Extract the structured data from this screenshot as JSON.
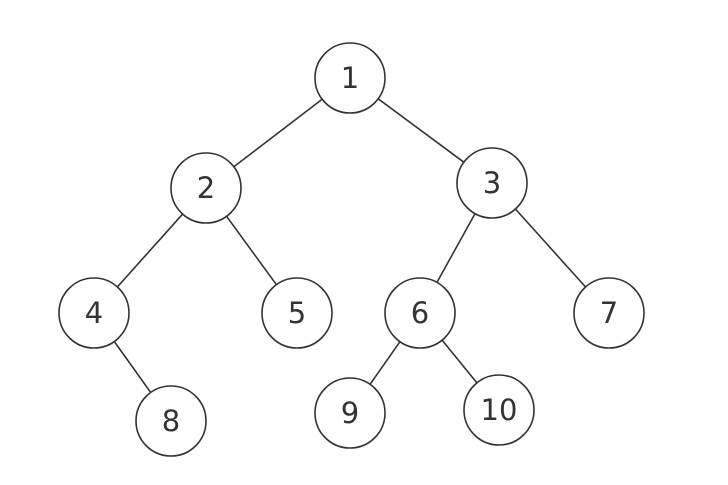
{
  "tree": {
    "nodes": [
      {
        "id": "n1",
        "label": "1"
      },
      {
        "id": "n2",
        "label": "2"
      },
      {
        "id": "n3",
        "label": "3"
      },
      {
        "id": "n4",
        "label": "4"
      },
      {
        "id": "n5",
        "label": "5"
      },
      {
        "id": "n6",
        "label": "6"
      },
      {
        "id": "n7",
        "label": "7"
      },
      {
        "id": "n8",
        "label": "8"
      },
      {
        "id": "n9",
        "label": "9"
      },
      {
        "id": "n10",
        "label": "10"
      }
    ],
    "edges": [
      [
        "n1",
        "n2"
      ],
      [
        "n1",
        "n3"
      ],
      [
        "n2",
        "n4"
      ],
      [
        "n2",
        "n5"
      ],
      [
        "n3",
        "n6"
      ],
      [
        "n3",
        "n7"
      ],
      [
        "n4",
        "n8"
      ],
      [
        "n6",
        "n9"
      ],
      [
        "n6",
        "n10"
      ]
    ],
    "colors": {
      "stroke": "#333333",
      "fill": "#ffffff",
      "text": "#333333"
    }
  }
}
